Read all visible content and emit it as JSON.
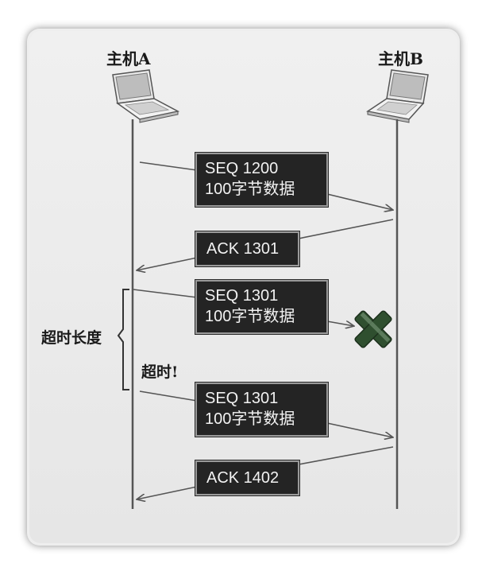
{
  "hosts": {
    "a_label": "主机A",
    "b_label": "主机B"
  },
  "messages": [
    {
      "line1": "SEQ 1200",
      "line2": "100字节数据",
      "direction": "A-to-B",
      "delivered": true
    },
    {
      "line1": "ACK 1301",
      "line2": "",
      "direction": "B-to-A",
      "delivered": true
    },
    {
      "line1": "SEQ 1301",
      "line2": "100字节数据",
      "direction": "A-to-B",
      "delivered": false
    },
    {
      "line1": "SEQ 1301",
      "line2": "100字节数据",
      "direction": "A-to-B",
      "delivered": true
    },
    {
      "line1": "ACK 1402",
      "line2": "",
      "direction": "B-to-A",
      "delivered": true
    }
  ],
  "timeout": {
    "length_label": "超时长度",
    "event_label": "超时!"
  },
  "icons": {
    "host_a": "laptop-icon",
    "host_b": "laptop-icon",
    "lost": "x-mark-icon"
  },
  "colors": {
    "box_fill": "#242424",
    "box_text": "#f2f2f2",
    "lines": "#555555",
    "x_mark": "#2f4f2f"
  }
}
